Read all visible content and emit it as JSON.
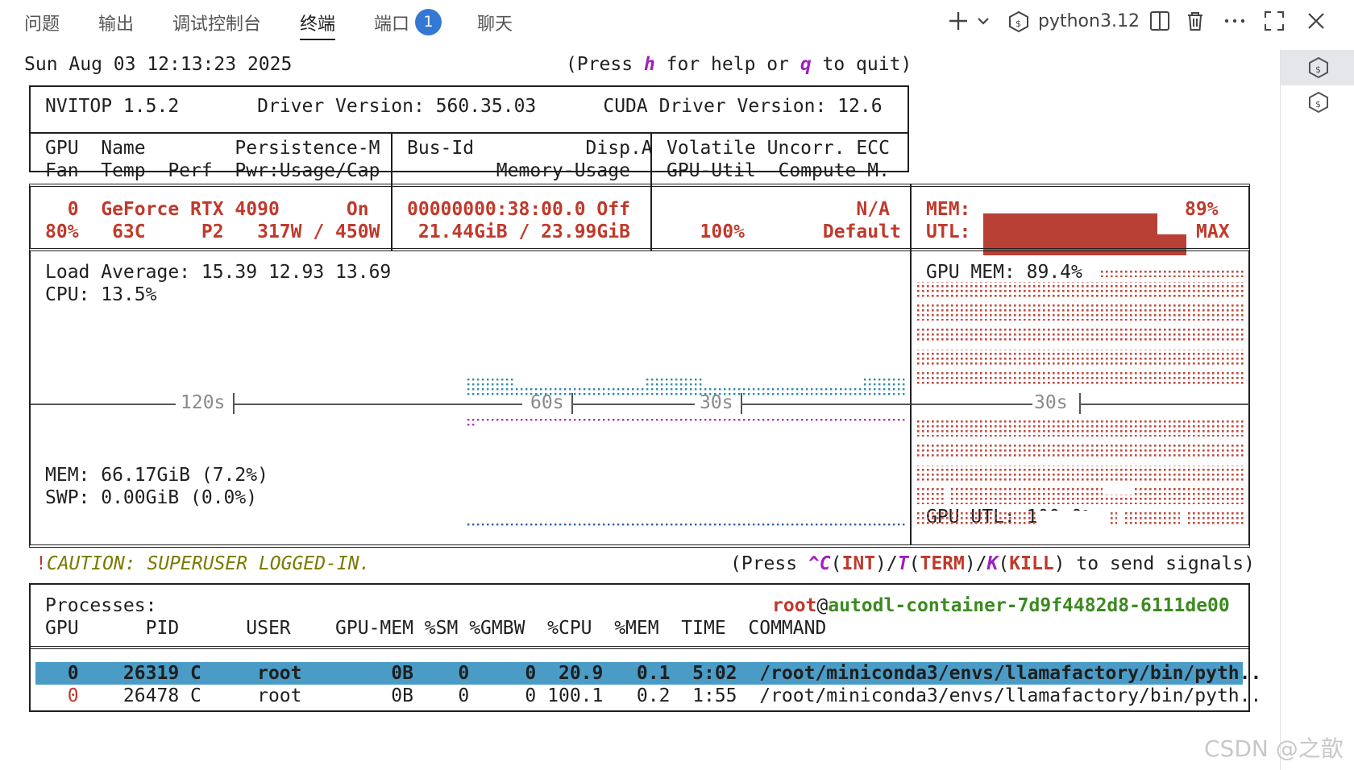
{
  "tabs": [
    {
      "label": "问题"
    },
    {
      "label": "输出"
    },
    {
      "label": "调试控制台"
    },
    {
      "label": "终端"
    },
    {
      "label": "端口"
    },
    {
      "label": "聊天"
    }
  ],
  "ports_badge": "1",
  "toolbar": {
    "add_icon": "plus-icon",
    "dropdown_icon": "chevron-down-icon",
    "shell_icon": "terminal-shell-icon",
    "shell_label": "python3.12",
    "split_icon": "split-panel-icon",
    "trash_icon": "trash-icon",
    "more_icon": "ellipsis-icon",
    "maximize_icon": "maximize-icon",
    "close_icon": "close-icon"
  },
  "terminal": {
    "datetime": "Sun Aug 03 12:13:23 2025",
    "help_pre": "(Press ",
    "help_h": "h",
    "help_mid": " for help or ",
    "help_q": "q",
    "help_post": " to quit)",
    "header_line": "NVITOP 1.5.2       Driver Version: 560.35.03      CUDA Driver Version: 12.6",
    "col1_l1": "GPU  Name        Persistence-M",
    "col1_l2": "Fan  Temp  Perf  Pwr:Usage/Cap",
    "col2_l1": "Bus-Id          Disp.A",
    "col2_l2": "        Memory-Usage",
    "col3_l1": "Volatile Uncorr. ECC",
    "col3_l2": "GPU-Util  Compute M.",
    "gpu_l1": "  0  GeForce RTX 4090      On",
    "gpu_l2": "80%   63C     P2   317W / 450W",
    "bus_l1": "00000000:38:00.0 Off",
    "bus_l2": " 21.44GiB / 23.99GiB",
    "util_l1": "                 N/A",
    "util_l2": "   100%       Default",
    "mem_label": "MEM:",
    "utl_label": "UTL:",
    "mem_pct": "89%",
    "utl_max": "MAX",
    "mem_fraction": 0.894,
    "utl_fraction": 1.0,
    "load_avg": "Load Average: 15.39 12.93 13.69",
    "cpu": "CPU: 13.5%",
    "mem": "MEM: 66.17GiB (7.2%)",
    "swp": "SWP: 0.00GiB (0.0%)",
    "gpu_mem": "GPU MEM: 89.4%",
    "gpu_utl": "GPU UTL: 100.0%",
    "tick_120s": "120s",
    "tick_60s": "60s",
    "tick_30s_a": "30s",
    "tick_30s_b": "30s",
    "caution_bang": "!",
    "caution": "CAUTION: SUPERUSER LOGGED-IN.",
    "signals": {
      "pre": "(Press ",
      "c": "^C",
      "int_open": "(",
      "int": "INT",
      "int_close": ")/",
      "t": "T",
      "term_open": "(",
      "term": "TERM",
      "term_close": ")/",
      "k": "K",
      "kill_open": "(",
      "kill": "KILL",
      "post": ") to send signals)"
    },
    "processes_label": "Processes:",
    "host_user": "root",
    "host_at": "@",
    "host_name": "autodl-container-7d9f4482d8-6111de00",
    "proc_header": "GPU      PID      USER    GPU-MEM %SM %GMBW  %CPU  %MEM  TIME  COMMAND",
    "rows": [
      {
        "line": "  0    26319 C     root        0B    0     0  20.9   0.1  5:02  /root/miniconda3/envs/llamafactory/bin/pyth..",
        "selected": true
      },
      {
        "gpu": "  0",
        "rest": "    26478 C     root        0B    0     0 100.1   0.2  1:55  /root/miniconda3/envs/llamafactory/bin/pyth..",
        "selected": false
      }
    ]
  },
  "right_panel": {
    "icons": [
      "terminal-shell-icon",
      "terminal-shell-icon"
    ]
  },
  "watermark": "CSDN @之歆",
  "colors": {
    "accent_red": "#c0392b",
    "selected_row": "#4a9cc7",
    "badge": "#3478d4",
    "magenta": "#a020c0",
    "green": "#3b8a1f"
  }
}
